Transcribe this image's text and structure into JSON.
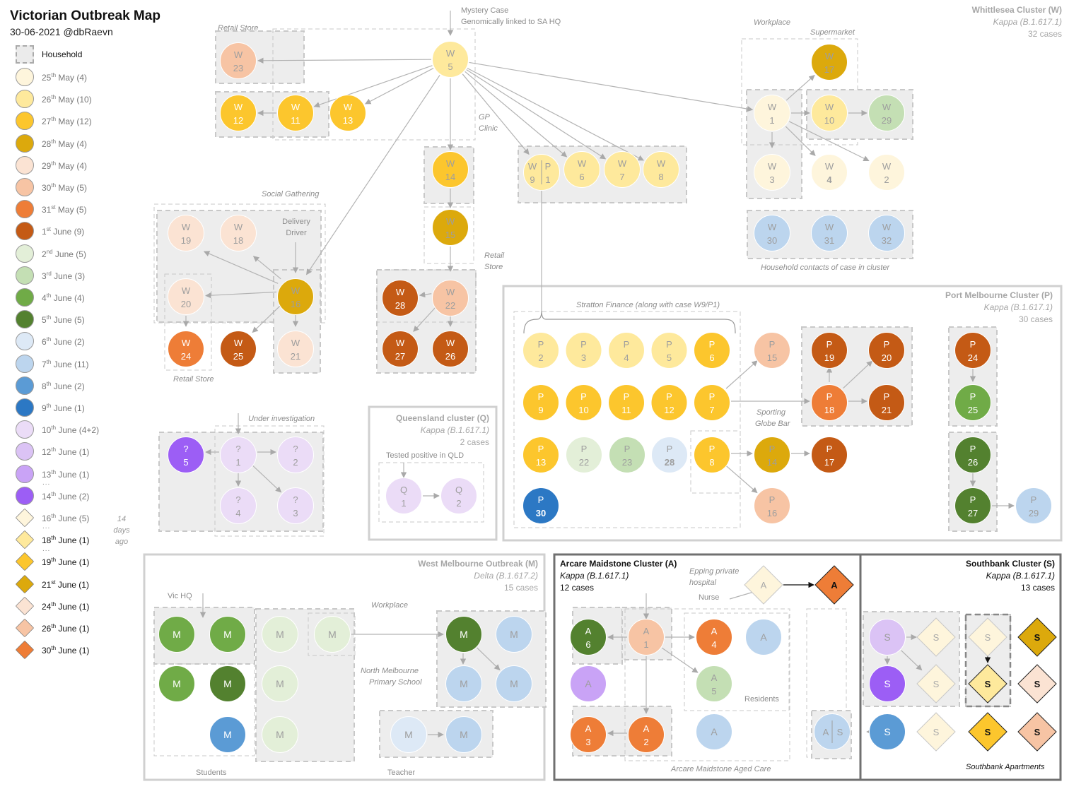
{
  "header": {
    "title": "Victorian Outbreak Map",
    "subtitle": "30-06-2021 @dbRaevn"
  },
  "colors": {
    "25may": "#fef5dc",
    "26may": "#fee99c",
    "27may": "#fcc62d",
    "28may": "#dca90c",
    "29may": "#fbe3d3",
    "30may": "#f7c4a4",
    "31may": "#ee7d37",
    "1jun": "#c45a15",
    "2jun": "#e3efd8",
    "3jun": "#c4dfb4",
    "4jun": "#70ab47",
    "5jun": "#53812f",
    "6jun": "#dde9f6",
    "7jun": "#bcd5ee",
    "8jun": "#5b9bd5",
    "9jun": "#2c78c4",
    "10jun": "#ebdcf7",
    "12jun": "#dbc3f5",
    "13jun": "#c9a3f6",
    "14jun": "#9c5ef5"
  },
  "legend": {
    "household": "Household",
    "items": [
      {
        "key": "25may",
        "text": "25th May (4)"
      },
      {
        "key": "26may",
        "text": "26th May (10)"
      },
      {
        "key": "27may",
        "text": "27th May (12)"
      },
      {
        "key": "28may",
        "text": "28th May (4)"
      },
      {
        "key": "29may",
        "text": "29th May (4)"
      },
      {
        "key": "30may",
        "text": "30th May (5)"
      },
      {
        "key": "31may",
        "text": "31st May (5)"
      },
      {
        "key": "1jun",
        "text": "1st June (9)"
      },
      {
        "key": "2jun",
        "text": "2nd June (5)"
      },
      {
        "key": "3jun",
        "text": "3rd June (3)"
      },
      {
        "key": "4jun",
        "text": "4th June (4)"
      },
      {
        "key": "5jun",
        "text": "5th June (5)"
      },
      {
        "key": "6jun",
        "text": "6th June (2)"
      },
      {
        "key": "7jun",
        "text": "7th June (11)"
      },
      {
        "key": "8jun",
        "text": "8th June (2)"
      },
      {
        "key": "9jun",
        "text": "9th June (1)"
      },
      {
        "key": "10jun",
        "text": "10th June (4+2)"
      },
      {
        "key": "12jun",
        "text": "12th June (1)"
      },
      {
        "key": "13jun",
        "text": "13th June (1)"
      },
      {
        "key": "14jun",
        "text": "14th June (2)"
      }
    ],
    "diamonds": [
      {
        "key": "25may",
        "text": "16th June (5)"
      },
      {
        "key": "26may",
        "text": "18th June (1)"
      },
      {
        "key": "27may",
        "text": "19th June (1)"
      },
      {
        "key": "28may",
        "text": "21st June (1)"
      },
      {
        "key": "29may",
        "text": "24th June (1)"
      },
      {
        "key": "30may",
        "text": "26th June (1)"
      },
      {
        "key": "31may",
        "text": "30th June (1)"
      }
    ],
    "ago_note": "14 days ago"
  },
  "clusters": {
    "whittlesea": {
      "title": "Whittlesea Cluster (W)",
      "variant": "Kappa (B.1.617.1)",
      "cases": "32 cases"
    },
    "port": {
      "title": "Port Melbourne Cluster (P)",
      "variant": "Kappa (B.1.617.1)",
      "cases": "30 cases"
    },
    "queensland": {
      "title": "Queensland cluster (Q)",
      "variant": "Kappa (B.1.617.1)",
      "cases": "2 cases"
    },
    "west": {
      "title": "West Melbourne Outbreak (M)",
      "variant": "Delta (B.1.617.2)",
      "cases": "15 cases"
    },
    "arcare": {
      "title": "Arcare Maidstone Cluster (A)",
      "variant": "Kappa (B.1.617.1)",
      "cases": "12 cases"
    },
    "southbank": {
      "title": "Southbank Cluster (S)",
      "variant": "Kappa (B.1.617.1)",
      "cases": "13 cases"
    }
  },
  "labels": {
    "mystery_case": "Mystery Case",
    "genomic_link": "Genomically linked to SA HQ",
    "retail_store": "Retail Store",
    "workplace": "Workplace",
    "supermarket": "Supermarket",
    "gp": "GP",
    "clinic": "Clinic",
    "social_gathering": "Social Gathering",
    "delivery": "Delivery",
    "driver": "Driver",
    "retail": "Retail",
    "store": "Store",
    "household_contacts": "Household contacts of case in cluster",
    "stratton": "Stratton Finance (along with case W9/P1)",
    "sporting": "Sporting",
    "globe_bar": "Globe Bar",
    "under_investigation": "Under investigation",
    "tested_qld": "Tested positive in QLD",
    "vic_hq": "Vic HQ",
    "north_melbourne": "North Melbourne",
    "primary_school": "Primary School",
    "students": "Students",
    "teacher": "Teacher",
    "epping": "Epping private",
    "hospital": "hospital",
    "nurse": "Nurse",
    "residents": "Residents",
    "arcare_care": "Arcare Maidstone Aged Care",
    "southbank_apts": "Southbank Apartments"
  }
}
